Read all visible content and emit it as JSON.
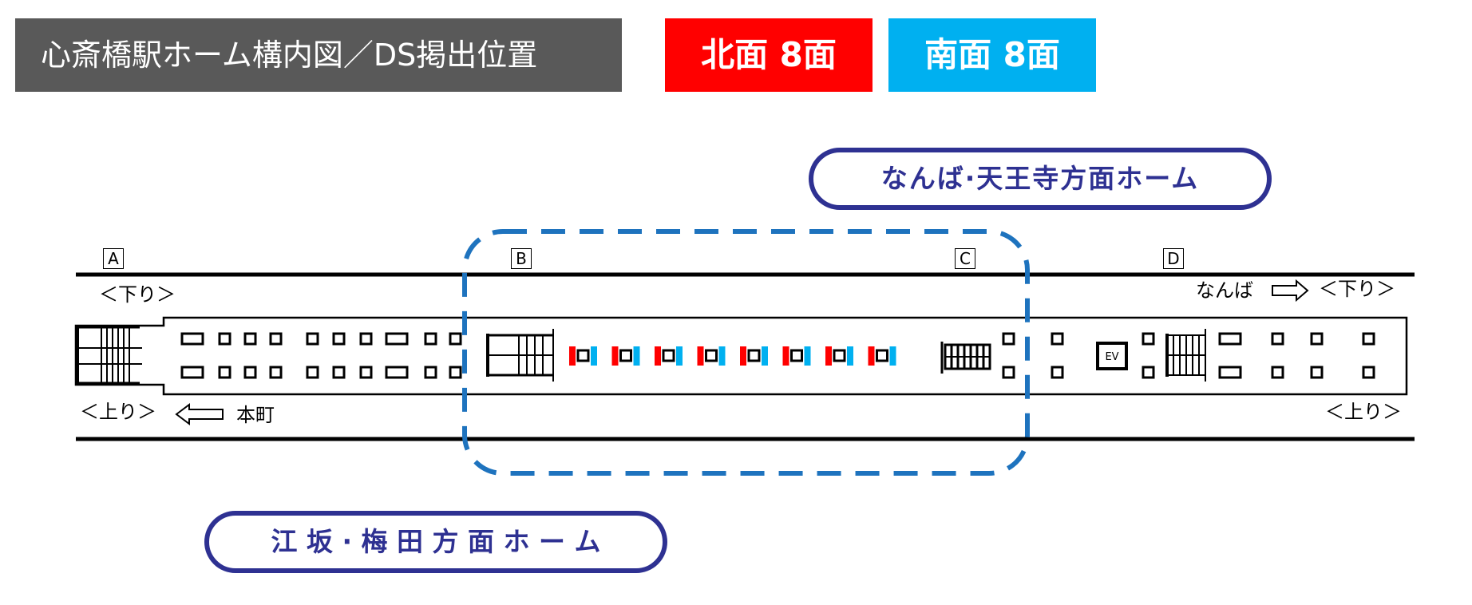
{
  "header": {
    "title": "心斎橋駅ホーム構内図／DS掲出位置",
    "north_badge": "北面 8面",
    "south_badge": "南面 8面",
    "north_color": "#ff0000",
    "south_color": "#00b0f0"
  },
  "platforms": {
    "upper_platform_label": "なんば·天王寺方面ホーム",
    "lower_platform_label": "江 坂 · 梅 田 方 面 ホ ー ム"
  },
  "exits": [
    "A",
    "B",
    "C",
    "D"
  ],
  "directions": {
    "down_left": "＜下り＞",
    "down_right": "＜下り＞",
    "up_left": "＜上り＞",
    "up_right": "＜上り＞",
    "namba": "なんば",
    "honmachi": "本町"
  },
  "elevator": "EV",
  "ds_signage": {
    "count_pairs": 8,
    "north_color": "#ff0000",
    "south_color": "#00b0f0"
  },
  "highlight_color": "#1e73be",
  "pill_color": "#2e3192"
}
